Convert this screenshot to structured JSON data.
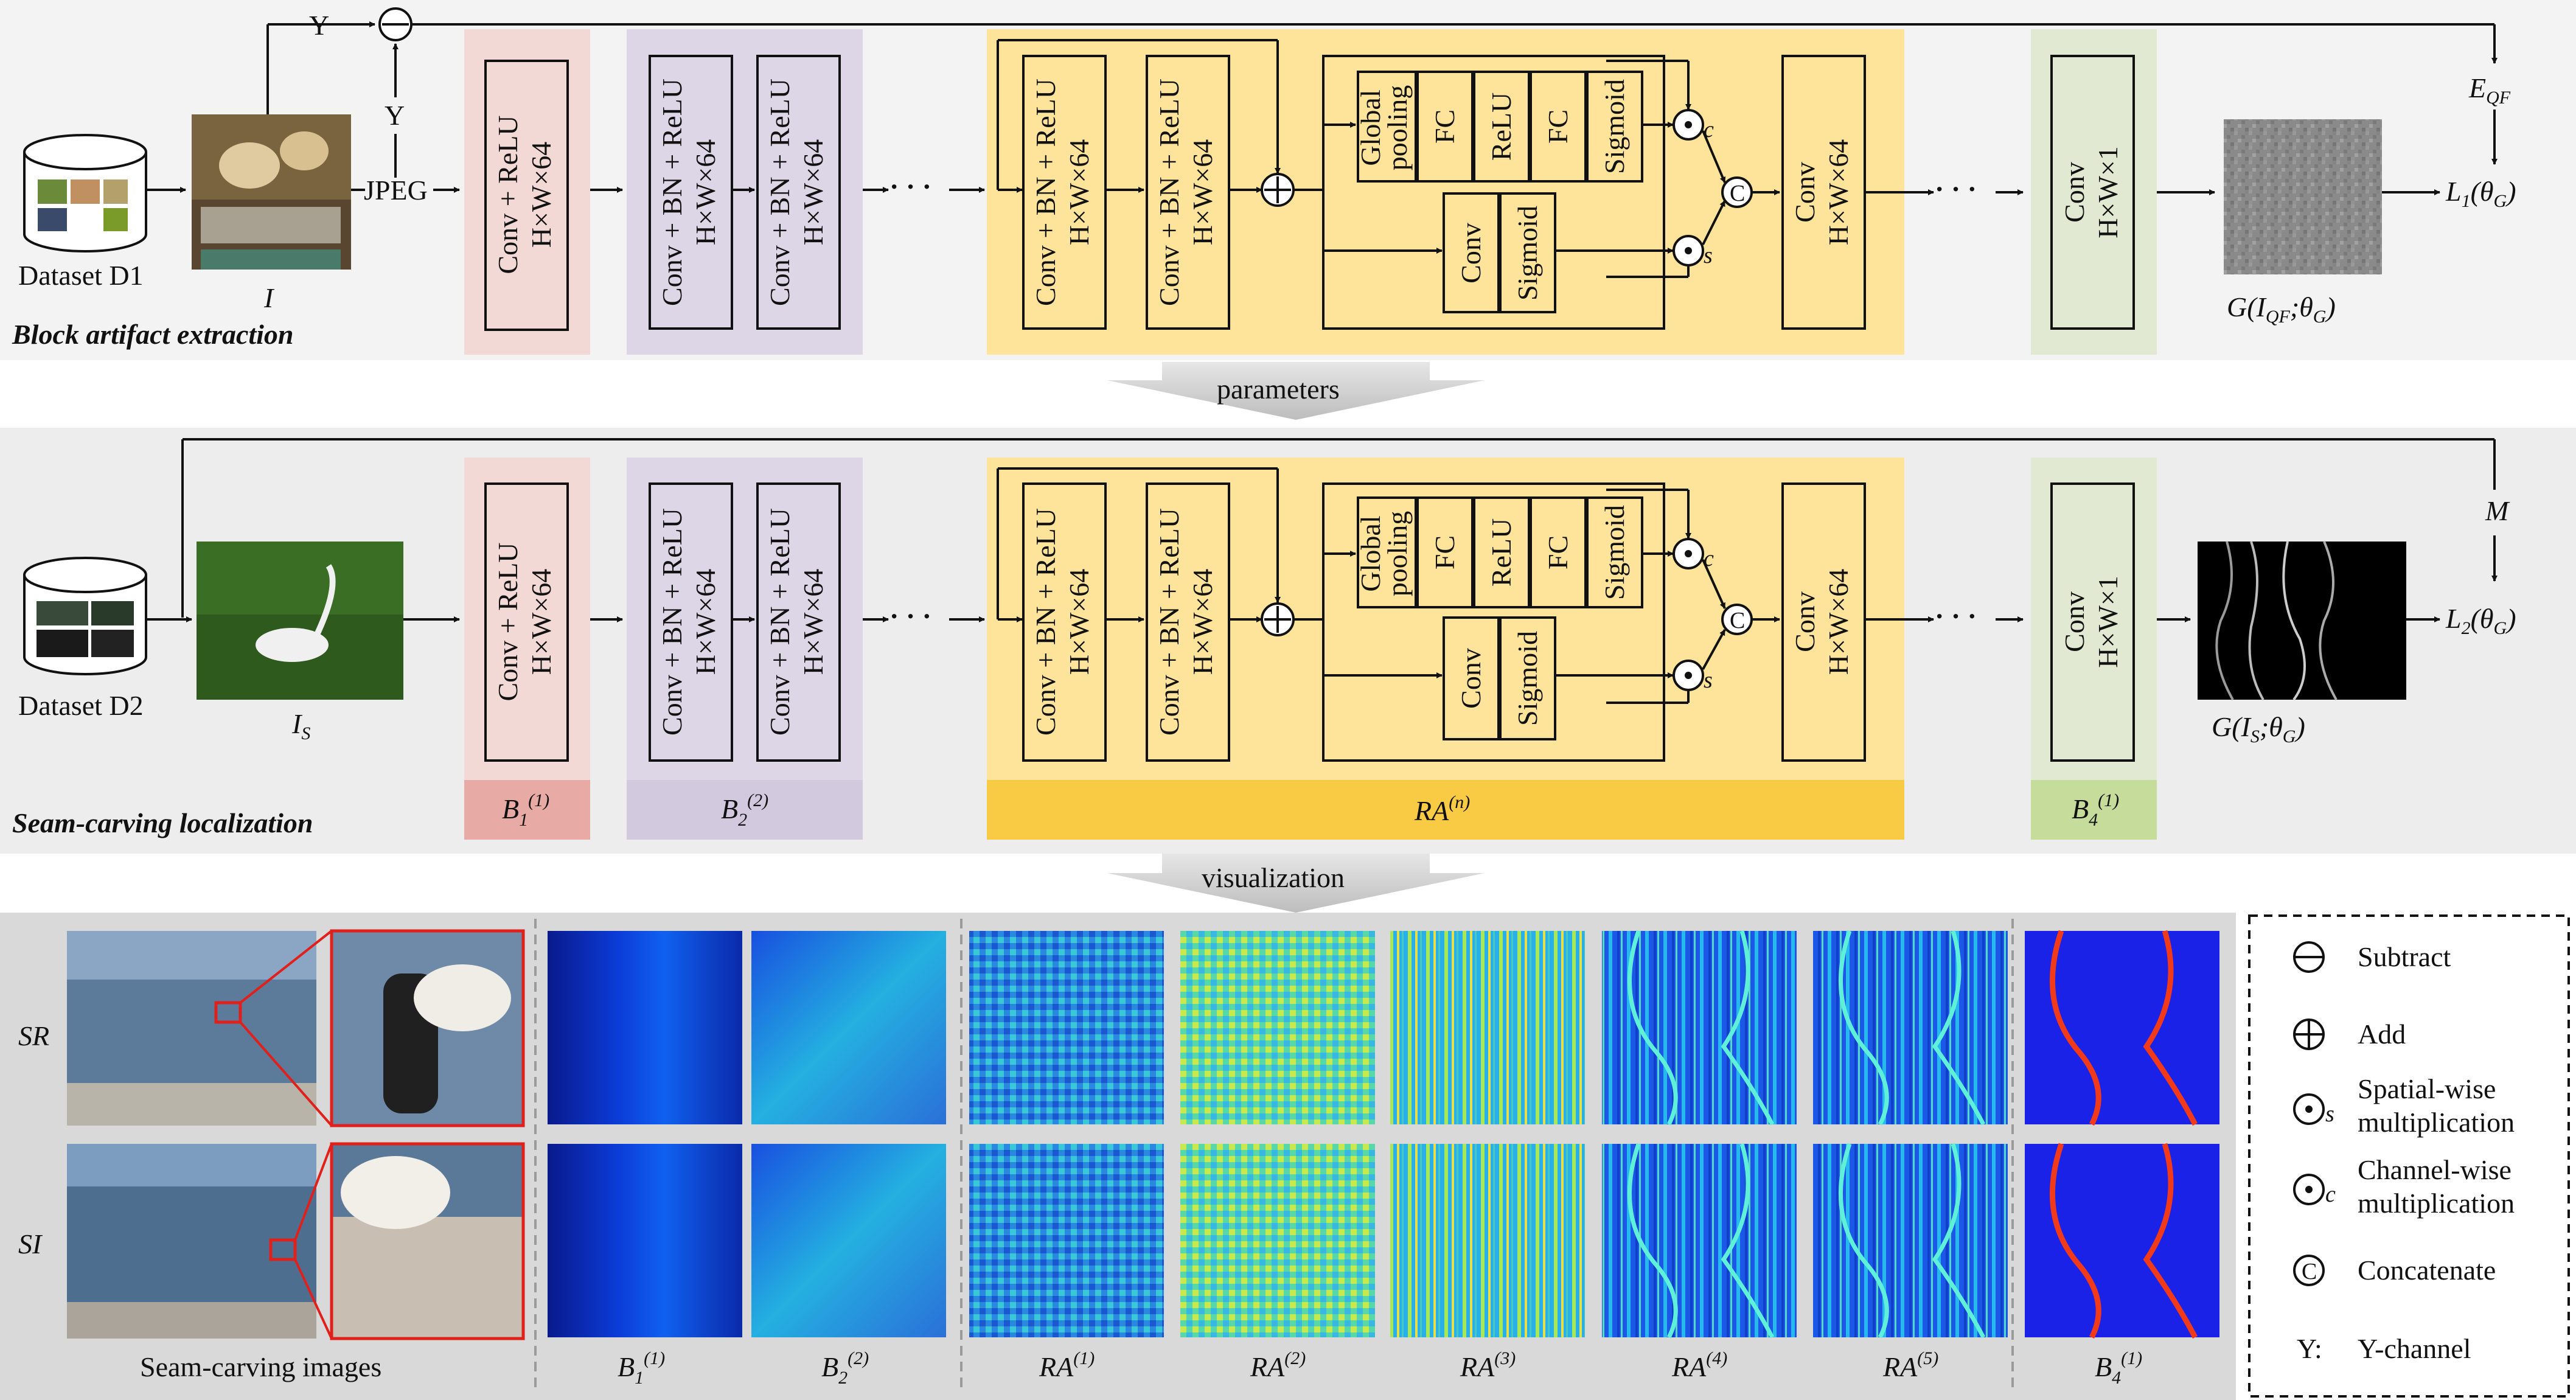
{
  "panel1": {
    "title": "Block artifact extraction",
    "dataset": "Dataset D1",
    "image_label": "I",
    "y_top": "Y",
    "y_mid": "Y",
    "jpeg": "JPEG",
    "eqf": "E",
    "eqf_sub": "QF",
    "loss": "L",
    "loss_sub": "1",
    "loss_arg": "(θ",
    "loss_arg_sub": "G",
    "output_caption": "G(I;θ)",
    "output_caption_sub1": "QF",
    "output_caption_sub2": "G"
  },
  "panel2": {
    "title": "Seam-carving localization",
    "dataset": "Dataset D2",
    "image_label": "I",
    "image_label_sub": "S",
    "m_label": "M",
    "loss": "L",
    "loss_sub": "2",
    "loss_arg": "(θ",
    "loss_arg_sub": "G",
    "output_caption_sub1": "S",
    "output_caption_sub2": "G"
  },
  "blocks": {
    "conv_relu": "Conv + ReLU",
    "conv_bn_relu": "Conv + BN + ReLU",
    "hw64": "H×W×64",
    "hw1": "H×W×1",
    "conv": "Conv",
    "global_pooling_1": "Global",
    "global_pooling_2": "pooling",
    "fc": "FC",
    "relu": "ReLU",
    "sigmoid": "Sigmoid",
    "c_sub": "c",
    "s_sub": "s",
    "concat": "C",
    "dots": "· · ·"
  },
  "stage_labels": {
    "b1": "B",
    "b1_sub": "1",
    "b1_sup": "(1)",
    "b2": "B",
    "b2_sub": "2",
    "b2_sup": "(2)",
    "ra": "RA",
    "ra_sup": "(n)",
    "b4": "B",
    "b4_sub": "4",
    "b4_sup": "(1)"
  },
  "arrows": {
    "parameters": "parameters",
    "visualization": "visualization"
  },
  "visual": {
    "row1": "SR",
    "row2": "SI",
    "caption": "Seam-carving images",
    "col_labels": [
      {
        "main": "B",
        "sub": "1",
        "sup": "(1)"
      },
      {
        "main": "B",
        "sub": "2",
        "sup": "(2)"
      },
      {
        "main": "RA",
        "sub": "",
        "sup": "(1)"
      },
      {
        "main": "RA",
        "sub": "",
        "sup": "(2)"
      },
      {
        "main": "RA",
        "sub": "",
        "sup": "(3)"
      },
      {
        "main": "RA",
        "sub": "",
        "sup": "(4)"
      },
      {
        "main": "RA",
        "sub": "",
        "sup": "(5)"
      },
      {
        "main": "B",
        "sub": "4",
        "sup": "(1)"
      }
    ]
  },
  "legend": {
    "subtract": "Subtract",
    "add": "Add",
    "spatial_1": "Spatial-wise",
    "spatial_2": "multiplication",
    "channel_1": "Channel-wise",
    "channel_2": "multiplication",
    "concatenate": "Concatenate",
    "y_key": "Y:",
    "y_val": "Y-channel"
  },
  "colors": {
    "panel_bg": "#ededed",
    "pink": "#f2d9d6",
    "lavender": "#ddd6e6",
    "yellow": "#fde49a",
    "yellow_dark": "#f9cb45",
    "green": "#e1e9d2",
    "green_dark": "#c5dc9a",
    "pink_dark": "#e8aaa5",
    "lavender_dark": "#d3c9df",
    "arrow_gray": "#c8c8c8"
  }
}
